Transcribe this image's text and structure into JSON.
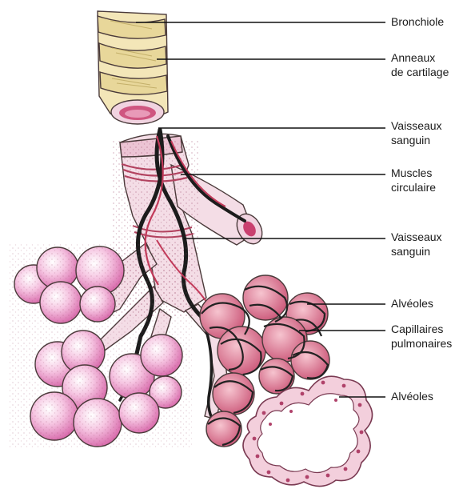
{
  "labels": {
    "bronchiole": "Bronchiole",
    "cartilage_line1": "Anneaux",
    "cartilage_line2": "de cartilage",
    "vessels_top_line1": "Vaisseaux",
    "vessels_top_line2": "sanguin",
    "muscles_line1": "Muscles",
    "muscles_line2": "circulaire",
    "vessels_mid_line1": "Vaisseaux",
    "vessels_mid_line2": "sanguin",
    "alveoles_top": "Alvéoles",
    "capillaries_line1": "Capillaires",
    "capillaries_line2": "pulmonaires",
    "alveoles_bottom": "Alvéoles"
  },
  "colors": {
    "cartilage": "#f3e6b8",
    "cartilage_shade": "#d9c98a",
    "tissue": "#f4dde6",
    "tissue_shade": "#e2a9c0",
    "alveolus": "#f0a6cf",
    "alveolus_light": "#ffffff",
    "alveolus_dark": "#c2488f",
    "capillary_fill": "#dd6f8f",
    "blood": "#c23a5a"
  }
}
